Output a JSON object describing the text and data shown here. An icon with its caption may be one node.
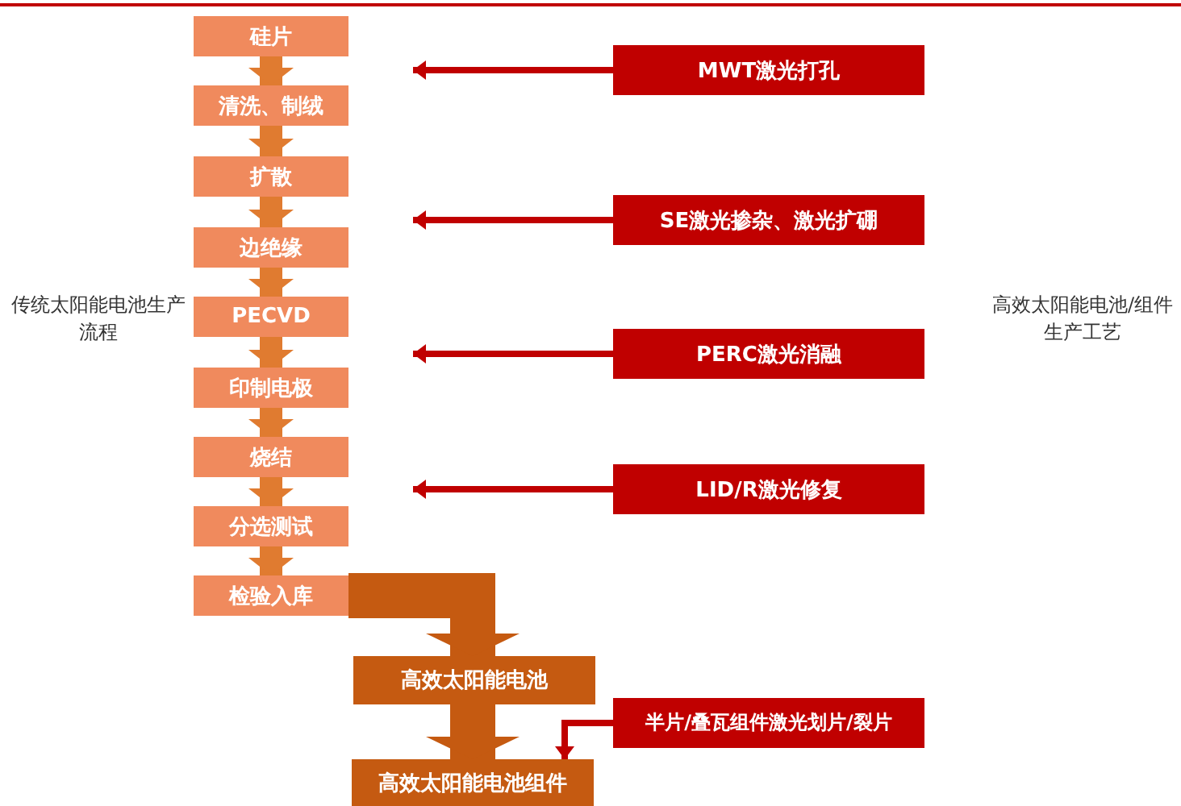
{
  "diagram": {
    "nodes": [
      {
        "text": [
          "硅片"
        ]
      },
      {
        "text": [
          "清洗、制绒"
        ]
      },
      {
        "text": [
          "扩散"
        ]
      },
      {
        "text": [
          "边绝缘"
        ]
      },
      {
        "text": [
          "PECVD"
        ]
      },
      {
        "text": [
          "印制电极"
        ]
      },
      {
        "text": [
          "烧结"
        ]
      },
      {
        "text": [
          "分选测试"
        ]
      },
      {
        "text": [
          "检验入库"
        ]
      },
      {
        "text": [
          "高效太阳能电池"
        ]
      },
      {
        "text": [
          "高效太阳能电池组件"
        ]
      },
      {
        "text": [
          "MWT激光打孔"
        ]
      },
      {
        "text": [
          "SE激光掺杂、激光扩硼"
        ]
      },
      {
        "text": [
          "PERC激光消融"
        ]
      },
      {
        "text": [
          "LID/R激光修复"
        ]
      },
      {
        "text": [
          "半片/叠瓦组件激光划片/裂片"
        ]
      }
    ],
    "edges": [
      {
        "from": 0,
        "to": 1,
        "arrow": "to"
      },
      {
        "from": 1,
        "to": 2,
        "arrow": "to"
      },
      {
        "from": 2,
        "to": 3,
        "arrow": "to"
      },
      {
        "from": 3,
        "to": 4,
        "arrow": "to"
      },
      {
        "from": 4,
        "to": 5,
        "arrow": "to"
      },
      {
        "from": 5,
        "to": 6,
        "arrow": "to"
      },
      {
        "from": 6,
        "to": 7,
        "arrow": "to"
      },
      {
        "from": 7,
        "to": 8,
        "arrow": "to"
      },
      {
        "from": 8,
        "to": 9,
        "arrow": "to",
        "style": "thick"
      },
      {
        "from": 9,
        "to": 10,
        "arrow": "to",
        "style": "thick"
      },
      {
        "from": 11,
        "to": null,
        "arrow": "to",
        "color": "#c00000"
      },
      {
        "from": 12,
        "to": null,
        "arrow": "to",
        "color": "#c00000"
      },
      {
        "from": 13,
        "to": null,
        "arrow": "to",
        "color": "#c00000"
      },
      {
        "from": 14,
        "to": null,
        "arrow": "to",
        "color": "#c00000"
      },
      {
        "from": 15,
        "to": 10,
        "arrow": "to",
        "color": "#c00000"
      }
    ],
    "labels": [
      "传统太阳能电池生产流程",
      "高效太阳能电池/组件生产工艺"
    ]
  }
}
